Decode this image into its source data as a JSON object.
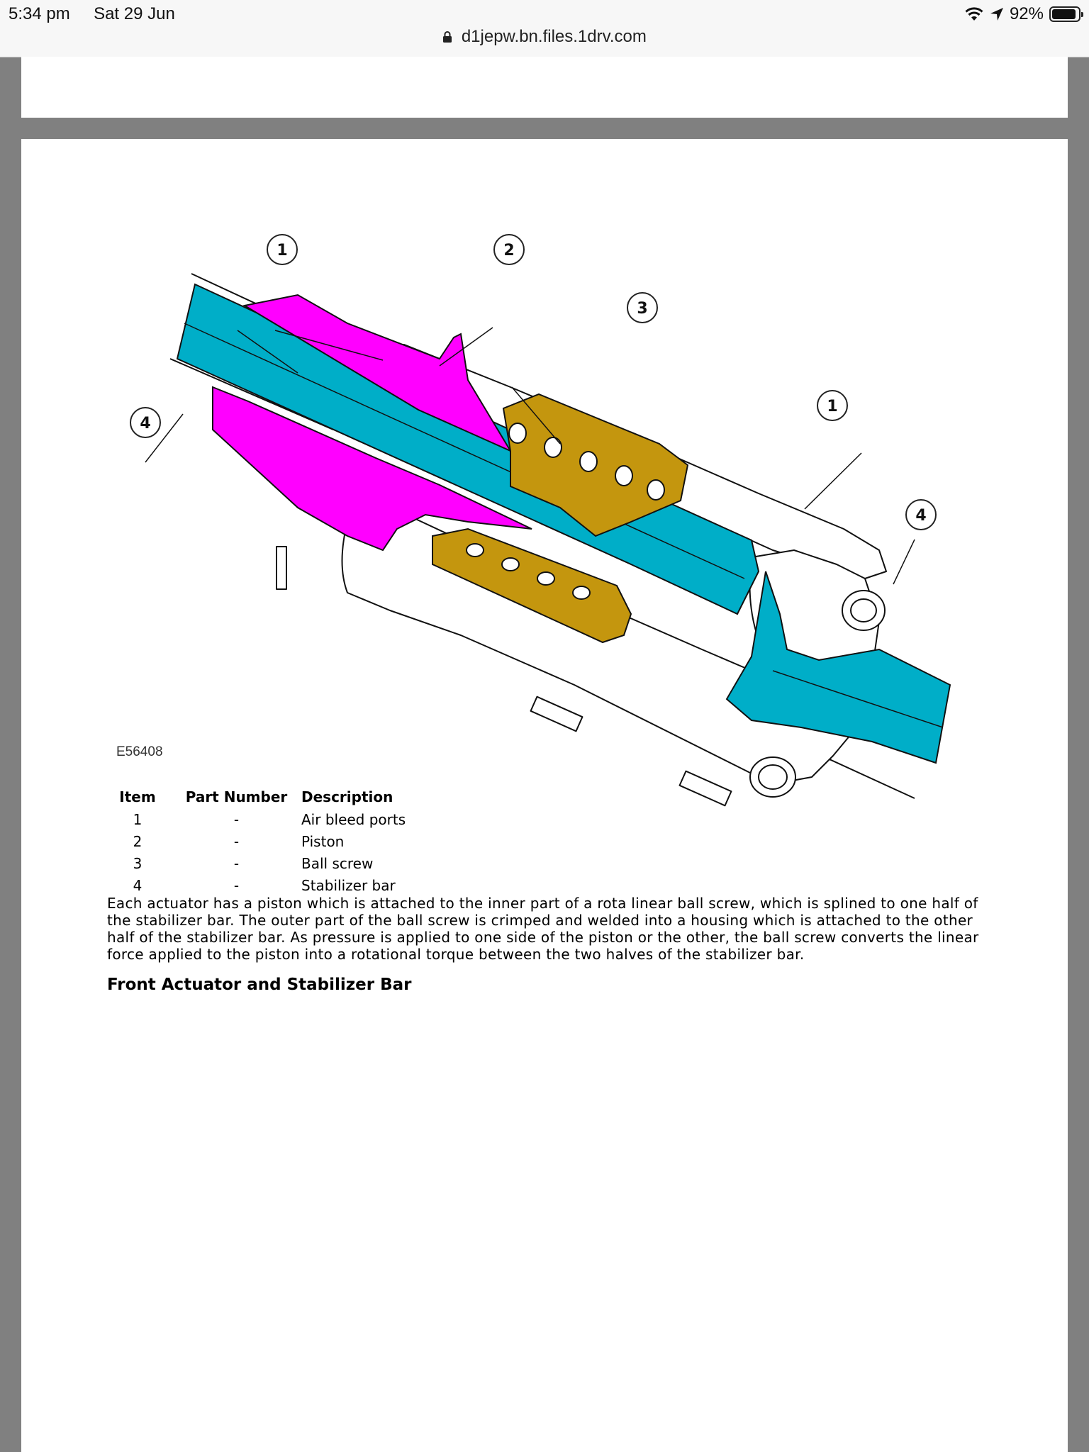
{
  "status_bar": {
    "time": "5:34 pm",
    "date": "Sat 29 Jun",
    "battery": "92%",
    "battery_level": 0.92
  },
  "browser": {
    "url": "d1jepw.bn.files.1drv.com"
  },
  "figure": {
    "id": "E56408",
    "callouts": [
      "1",
      "2",
      "3",
      "1",
      "4",
      "4"
    ],
    "colors": {
      "stabilizer_bar": "#00aec8",
      "piston": "#ff00ff",
      "ball_screw": "#c4960e"
    }
  },
  "parts_table": {
    "headers": {
      "item": "Item",
      "part_number": "Part Number",
      "description": "Description"
    },
    "rows": [
      {
        "item": "1",
        "part_number": "-",
        "description": "Air bleed ports"
      },
      {
        "item": "2",
        "part_number": "-",
        "description": "Piston"
      },
      {
        "item": "3",
        "part_number": "-",
        "description": "Ball screw"
      },
      {
        "item": "4",
        "part_number": "-",
        "description": "Stabilizer bar"
      }
    ]
  },
  "body_text": "Each actuator has a piston which is attached to the inner part of a rota linear ball screw, which is splined to one half of the stabilizer bar. The outer part of the ball screw is crimped and welded into a housing which is attached to the other half of the stabilizer bar. As pressure is applied to one side of the piston or the other, the ball screw converts the linear force applied to the piston into a rotational torque between the two halves of the stabilizer bar.",
  "section_heading": "Front Actuator and Stabilizer Bar"
}
